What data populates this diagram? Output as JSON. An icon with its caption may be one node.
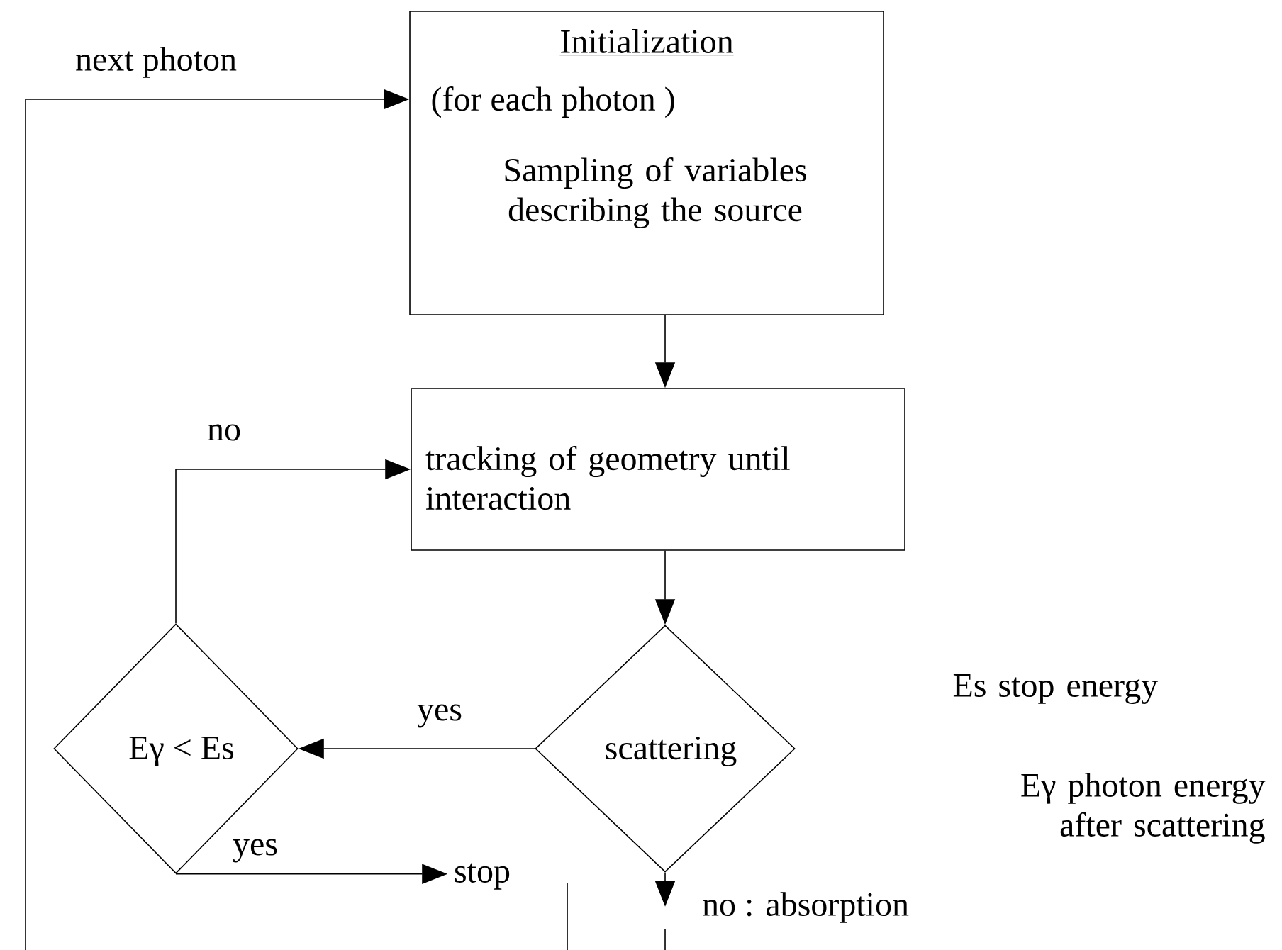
{
  "diagram": {
    "nodes": [
      {
        "text": [
          "Initialization",
          "(for each photon )",
          "Sampling of variables describing the source"
        ]
      },
      {
        "text": [
          "tracking of geometry until interaction"
        ]
      },
      {
        "text": [
          "scattering"
        ]
      },
      {
        "text": [
          "Eγ < Es"
        ]
      },
      {
        "text": [
          "stop"
        ]
      }
    ],
    "edges": [
      {
        "from": 0,
        "to": 1,
        "arrow": "to"
      },
      {
        "from": 1,
        "to": 2,
        "arrow": "to"
      },
      {
        "from": 2,
        "to": 3,
        "arrow": "to",
        "label": "yes"
      },
      {
        "from": 3,
        "to": 1,
        "arrow": "to",
        "label": "no"
      },
      {
        "from": 3,
        "to": 4,
        "arrow": "to",
        "label": "yes"
      },
      {
        "from": 2,
        "to": null,
        "arrow": "to",
        "label": "no : absorption"
      },
      {
        "from": null,
        "to": 0,
        "arrow": "to",
        "label": "next photon"
      }
    ],
    "labels": [
      "Es stop energy",
      "Eγ photon energy after scattering"
    ]
  }
}
